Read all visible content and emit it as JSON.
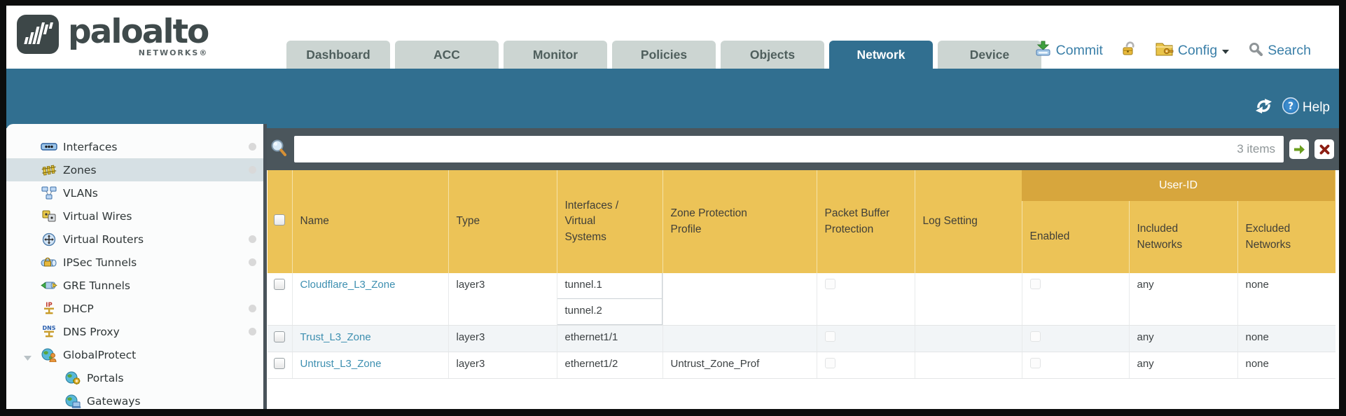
{
  "brand": {
    "name": "paloalto",
    "subtitle": "NETWORKS®"
  },
  "tabs": [
    {
      "label": "Dashboard",
      "active": false
    },
    {
      "label": "ACC",
      "active": false
    },
    {
      "label": "Monitor",
      "active": false
    },
    {
      "label": "Policies",
      "active": false
    },
    {
      "label": "Objects",
      "active": false
    },
    {
      "label": "Network",
      "active": true
    },
    {
      "label": "Device",
      "active": false
    }
  ],
  "header_actions": {
    "commit_label": "Commit",
    "config_label": "Config",
    "search_label": "Search"
  },
  "band": {
    "help_label": "Help"
  },
  "sidebar": {
    "items": [
      {
        "label": "Interfaces",
        "icon": "interfaces-icon",
        "dot": true,
        "selected": false,
        "indent": false,
        "expander": false
      },
      {
        "label": "Zones",
        "icon": "zones-icon",
        "dot": true,
        "selected": true,
        "indent": false,
        "expander": false
      },
      {
        "label": "VLANs",
        "icon": "vlans-icon",
        "dot": false,
        "selected": false,
        "indent": false,
        "expander": false
      },
      {
        "label": "Virtual Wires",
        "icon": "virtual-wires-icon",
        "dot": false,
        "selected": false,
        "indent": false,
        "expander": false
      },
      {
        "label": "Virtual Routers",
        "icon": "virtual-routers-icon",
        "dot": true,
        "selected": false,
        "indent": false,
        "expander": false
      },
      {
        "label": "IPSec Tunnels",
        "icon": "ipsec-tunnels-icon",
        "dot": true,
        "selected": false,
        "indent": false,
        "expander": false
      },
      {
        "label": "GRE Tunnels",
        "icon": "gre-tunnels-icon",
        "dot": false,
        "selected": false,
        "indent": false,
        "expander": false
      },
      {
        "label": "DHCP",
        "icon": "dhcp-icon",
        "dot": true,
        "selected": false,
        "indent": false,
        "expander": false
      },
      {
        "label": "DNS Proxy",
        "icon": "dns-proxy-icon",
        "dot": true,
        "selected": false,
        "indent": false,
        "expander": false
      },
      {
        "label": "GlobalProtect",
        "icon": "globalprotect-icon",
        "dot": false,
        "selected": false,
        "indent": false,
        "expander": true
      },
      {
        "label": "Portals",
        "icon": "portals-icon",
        "dot": false,
        "selected": false,
        "indent": true,
        "expander": false
      },
      {
        "label": "Gateways",
        "icon": "gateways-icon",
        "dot": false,
        "selected": false,
        "indent": true,
        "expander": false
      }
    ]
  },
  "toolbar": {
    "items_count": "3 items"
  },
  "table": {
    "user_id_group_label": "User-ID",
    "columns": [
      "Name",
      "Type",
      "Interfaces / Virtual Systems",
      "Zone Protection Profile",
      "Packet Buffer Protection",
      "Log Setting",
      "Enabled",
      "Included Networks",
      "Excluded Networks"
    ],
    "rows": [
      {
        "name": "Cloudflare_L3_Zone",
        "type": "layer3",
        "interfaces": [
          "tunnel.1",
          "tunnel.2"
        ],
        "zone_protection_profile": "",
        "packet_buffer_protection": false,
        "log_setting": "",
        "user_id_enabled": false,
        "included_networks": "any",
        "excluded_networks": "none"
      },
      {
        "name": "Trust_L3_Zone",
        "type": "layer3",
        "interfaces": [
          "ethernet1/1"
        ],
        "zone_protection_profile": "",
        "packet_buffer_protection": false,
        "log_setting": "",
        "user_id_enabled": false,
        "included_networks": "any",
        "excluded_networks": "none"
      },
      {
        "name": "Untrust_L3_Zone",
        "type": "layer3",
        "interfaces": [
          "ethernet1/2"
        ],
        "zone_protection_profile": "Untrust_Zone_Prof",
        "packet_buffer_protection": false,
        "log_setting": "",
        "user_id_enabled": false,
        "included_networks": "any",
        "excluded_networks": "none"
      }
    ]
  },
  "colors": {
    "accent_teal": "#316f90",
    "header_amber": "#ecc357",
    "user_id_band": "#d7a63d",
    "link_blue": "#3d8fb0"
  }
}
